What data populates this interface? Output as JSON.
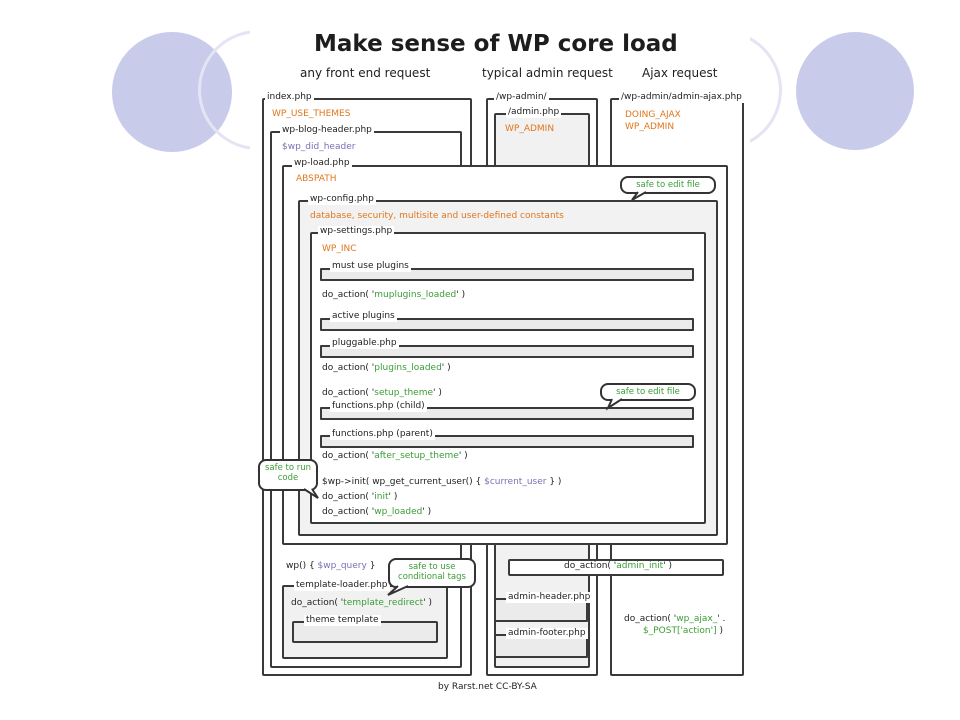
{
  "title": "Make sense of WP core load",
  "columns": {
    "front": "any front end request",
    "admin": "typical admin request",
    "ajax": "Ajax request"
  },
  "front": {
    "index": "index.php",
    "use_themes": "WP_USE_THEMES",
    "blog_header": "wp-blog-header.php",
    "did_header": "$wp_did_header",
    "wp_load": "wp-load.php",
    "abspath": "ABSPATH",
    "wp_config": "wp-config.php",
    "constants": "database, security, multisite and user-defined constants",
    "wp_settings": "wp-settings.php",
    "wp_inc": "WP_INC",
    "must_use": "must use plugins",
    "act1_pre": "do_action( '",
    "act1_hook": "muplugins_loaded",
    "act1_post": "' )",
    "active": "active plugins",
    "pluggable": "pluggable.php",
    "act2_pre": "do_action( '",
    "act2_hook": "plugins_loaded",
    "act2_post": "' )",
    "act3_pre": "do_action( '",
    "act3_hook": "setup_theme",
    "act3_post": "' )",
    "func_child": "functions.php (child)",
    "func_parent": "functions.php (parent)",
    "act4_pre": "do_action( '",
    "act4_hook": "after_setup_theme",
    "act4_post": "' )",
    "init_pre": "$wp->init( wp_get_current_user() { ",
    "init_var": "$current_user",
    "init_post": " } )",
    "act5_pre": "do_action( '",
    "act5_hook": "init",
    "act5_post": "' )",
    "act6_pre": "do_action( '",
    "act6_hook": "wp_loaded",
    "act6_post": "' )",
    "wp_pre": "wp() { ",
    "wp_var": "$wp_query",
    "wp_post": " }",
    "template_loader": "template-loader.php",
    "act7_pre": "do_action( '",
    "act7_hook": "template_redirect",
    "act7_post": "' )",
    "theme_template": "theme template"
  },
  "admin": {
    "wp_admin": "/wp-admin/",
    "admin_php": "/admin.php",
    "wp_admin_const": "WP_ADMIN",
    "act_pre": "do_action( '",
    "act_hook": "admin_init",
    "act_post": "' )",
    "header": "admin-header.php",
    "footer": "admin-footer.php"
  },
  "ajax": {
    "path": "/wp-admin/admin-ajax.php",
    "doing_ajax": "DOING_AJAX",
    "wp_admin_const": "WP_ADMIN",
    "act_pre": "do_action( '",
    "act_hook": "wp_ajax_",
    "act_mid": "' .",
    "post_var": "$_POST['action']",
    "act_post": " )"
  },
  "bubbles": {
    "safe_edit_1": "safe to edit file",
    "safe_edit_2": "safe to edit file",
    "safe_run": "safe to run code",
    "safe_cond": "safe to use conditional tags"
  },
  "credit": "by Rarst.net CC-BY-SA"
}
